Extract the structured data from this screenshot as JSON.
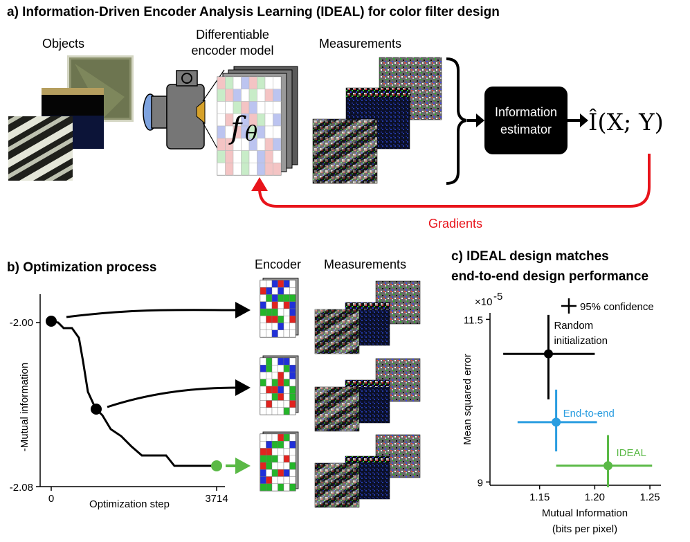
{
  "panel_a": {
    "title": "a) Information-Driven Encoder Analysis Learning (IDEAL) for color filter design",
    "objects_label": "Objects",
    "encoder_label_line1": "Differentiable",
    "encoder_label_line2": "encoder model",
    "encoder_symbol": "f",
    "encoder_symbol_sub": "θ",
    "measurements_label": "Measurements",
    "estimator_line1": "Information",
    "estimator_line2": "estimator",
    "mi_expression": "Î(X; Y)",
    "gradients_label": "Gradients",
    "gradient_color": "#e8141b"
  },
  "panel_b": {
    "title": "b) Optimization process",
    "encoder_col_label": "Encoder",
    "measurements_col_label": "Measurements",
    "ylabel": "-Mutual information",
    "xlabel": "Optimization step",
    "ytick_top": "-2.00",
    "ytick_bottom": "-2.08",
    "xtick_start": "0",
    "xtick_end": "3714",
    "final_color": "#5ab946"
  },
  "panel_c": {
    "title_line1": "c) IDEAL design matches",
    "title_line2": "end-to-end design performance",
    "scale_label": "×10",
    "scale_exp": "-5",
    "legend_label": "95% confidence",
    "ylabel": "Mean squared error",
    "xlabel_line1": "Mutual Information",
    "xlabel_line2": "(bits per pixel)",
    "yticks": [
      "11.5",
      "9"
    ],
    "xticks": [
      "1.15",
      "1.20",
      "1.25"
    ]
  },
  "chart_data": {
    "type": "scatter",
    "xlabel": "Mutual Information (bits per pixel)",
    "ylabel": "Mean squared error",
    "y_scale": "×10^-5",
    "xlim": [
      1.105,
      1.26
    ],
    "ylim": [
      8.95,
      11.6
    ],
    "series": [
      {
        "name": "Random initialization",
        "x": 1.158,
        "y": 10.97,
        "x_ci": [
          1.117,
          1.2
        ],
        "y_ci": [
          10.27,
          11.57
        ],
        "color": "#000000"
      },
      {
        "name": "End-to-end",
        "x": 1.165,
        "y": 9.92,
        "x_ci": [
          1.13,
          1.202
        ],
        "y_ci": [
          9.47,
          10.42
        ],
        "color": "#2a9de0"
      },
      {
        "name": "IDEAL",
        "x": 1.212,
        "y": 9.25,
        "x_ci": [
          1.165,
          1.252
        ],
        "y_ci": [
          8.92,
          9.72
        ],
        "color": "#5ab946"
      }
    ]
  }
}
